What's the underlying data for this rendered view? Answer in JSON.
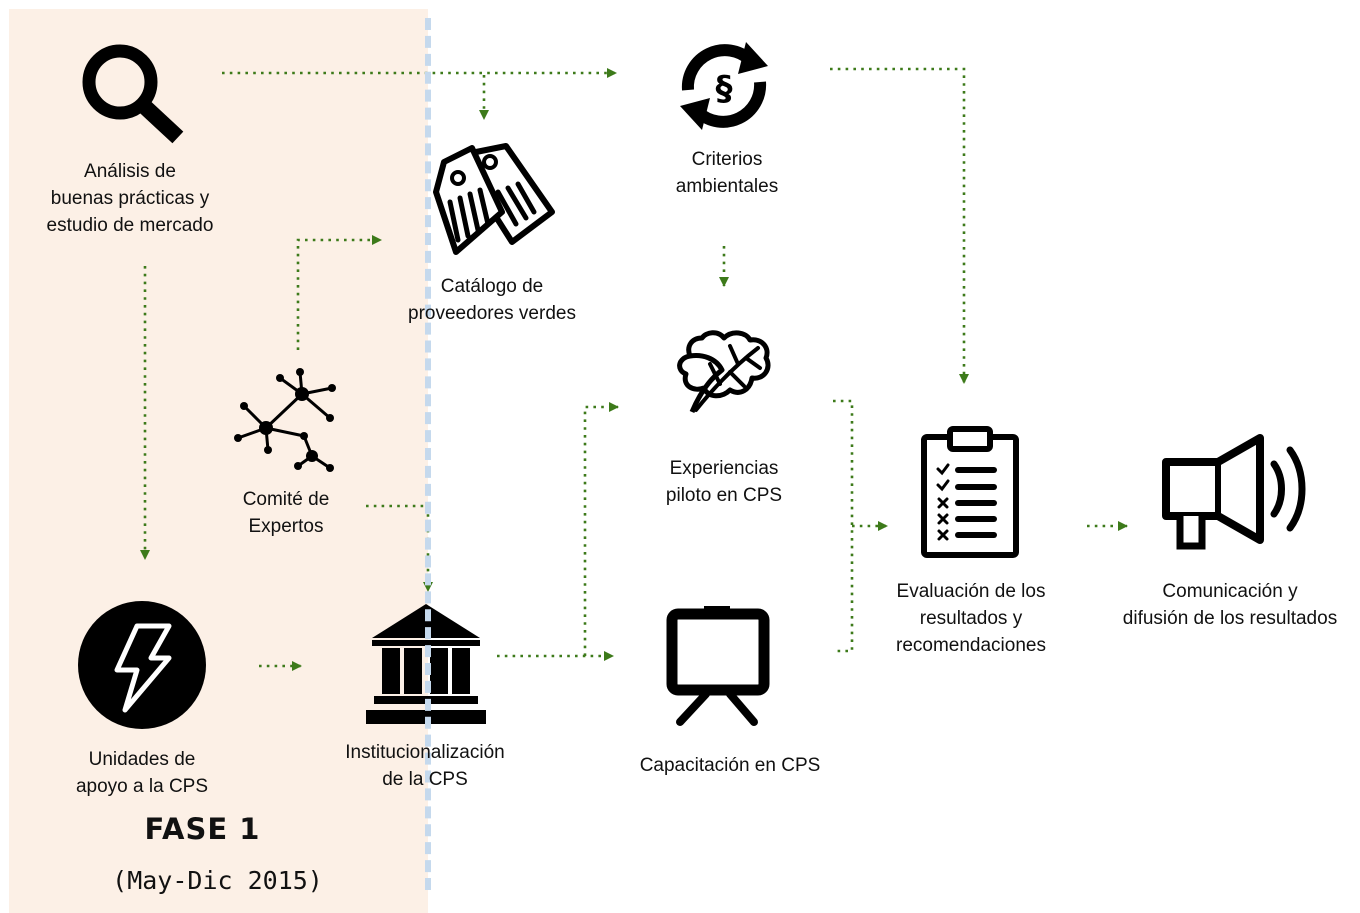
{
  "phase": {
    "title": "FASE 1",
    "dates": "(May-Dic 2015)"
  },
  "nodes": {
    "analisis": {
      "line1": "Análisis de",
      "line2": "buenas prácticas y",
      "line3": "estudio de mercado",
      "icon": "search-icon"
    },
    "catalogo": {
      "line1": "Catálogo de",
      "line2": "proveedores verdes",
      "icon": "price-tags-icon"
    },
    "criterios": {
      "line1": "Criterios",
      "line2": "ambientales",
      "icon": "section-refresh-icon"
    },
    "comite": {
      "line1": "Comité de",
      "line2": "Expertos",
      "icon": "network-icon"
    },
    "experiencias": {
      "line1": "Experiencias",
      "line2": "piloto en CPS",
      "icon": "leaf-icon"
    },
    "evaluacion": {
      "line1": "Evaluación de los",
      "line2": "resultados y",
      "line3": "recomendaciones",
      "icon": "clipboard-checklist-icon"
    },
    "comunicacion": {
      "line1": "Comunicación y",
      "line2": "difusión de los resultados",
      "icon": "megaphone-icon"
    },
    "unidades": {
      "line1": "Unidades de",
      "line2": "apoyo a la CPS",
      "icon": "lightning-circle-icon"
    },
    "institucionalizacion": {
      "line1": "Institucionalización",
      "line2": "de la CPS",
      "icon": "institution-building-icon"
    },
    "capacitacion": {
      "line1": "Capacitación en CPS",
      "icon": "presentation-board-icon"
    }
  },
  "colors": {
    "phase_background": "#fcf0e6",
    "divider": "#c5d9ed",
    "arrow": "#3d7a1a",
    "icon": "#000000"
  }
}
